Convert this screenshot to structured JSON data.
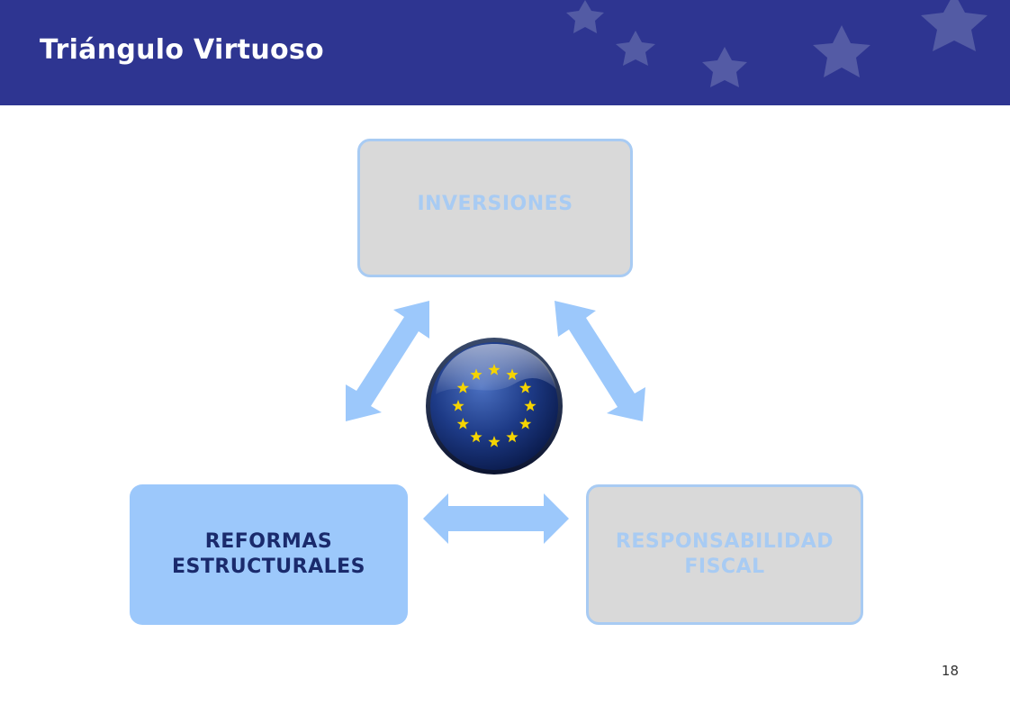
{
  "slide": {
    "title": "Triángulo Virtuoso",
    "page_number": "18"
  },
  "diagram": {
    "nodes": [
      {
        "id": "inversiones",
        "label": "INVERSIONES"
      },
      {
        "id": "reformas",
        "label": "REFORMAS ESTRUCTURALES"
      },
      {
        "id": "responsabilidad",
        "label": "RESPONSABILIDAD FISCAL"
      }
    ],
    "edges": [
      {
        "from": "inversiones",
        "to": "reformas",
        "direction": "both"
      },
      {
        "from": "inversiones",
        "to": "responsabilidad",
        "direction": "both"
      },
      {
        "from": "reformas",
        "to": "responsabilidad",
        "direction": "both"
      }
    ],
    "center_icon": "eu-flag-emblem-icon"
  },
  "colors": {
    "header_background": "#2e3591",
    "arrow": "#9cc8fb",
    "box_active": "#9cc8fb",
    "box_inactive": "#d9d9d9",
    "box_inactive_text": "#a8cbf3",
    "box_active_text": "#1a2a6c",
    "star": "#f5d400"
  }
}
